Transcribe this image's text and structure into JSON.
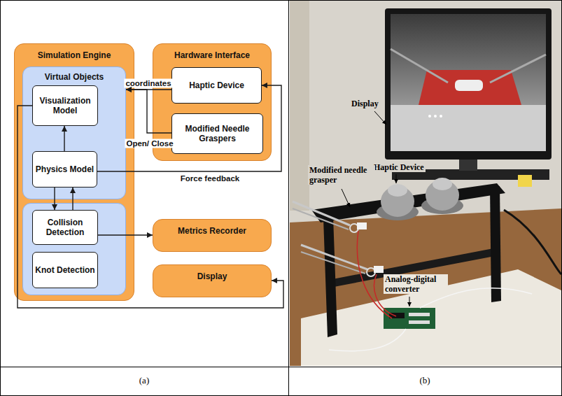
{
  "diagram": {
    "nodes": [
      {
        "text": [
          "Simulation Engine"
        ]
      },
      {
        "text": [
          "Virtual Objects"
        ],
        "in": 0
      },
      {
        "text": [
          "Visualization Model"
        ],
        "in": 1
      },
      {
        "text": [
          "Physics Model"
        ],
        "in": 1
      },
      {
        "text": [
          "Collision Detection"
        ],
        "in": 0
      },
      {
        "text": [
          "Knot Detection"
        ],
        "in": 0
      },
      {
        "text": [
          "Hardware Interface"
        ]
      },
      {
        "text": [
          "Haptic Device"
        ],
        "in": 6
      },
      {
        "text": [
          "Modified Needle Graspers"
        ],
        "in": 6
      },
      {
        "text": [
          "Metrics Recorder"
        ]
      },
      {
        "text": [
          "Display"
        ]
      }
    ],
    "edges": [
      {
        "from": 7,
        "to": 1,
        "label": "coordinates",
        "arrow": "to"
      },
      {
        "from": 8,
        "to": 1,
        "label": "Open/ Close",
        "arrow": "to"
      },
      {
        "from": 3,
        "to": 7,
        "label": "Force feedback",
        "arrow": "to"
      },
      {
        "from": 3,
        "to": 2,
        "arrow": "to"
      },
      {
        "from": 3,
        "to": 4,
        "arrow": "to"
      },
      {
        "from": 4,
        "to": 3,
        "arrow": "to"
      },
      {
        "from": 4,
        "to": 9,
        "arrow": "to"
      },
      {
        "from": 2,
        "to": 10,
        "arrow": "to"
      }
    ],
    "labels": [
      "Display",
      "Haptic Device",
      "Modified needle grasper",
      "Analog-digital converter",
      "(a)",
      "(b)"
    ]
  }
}
